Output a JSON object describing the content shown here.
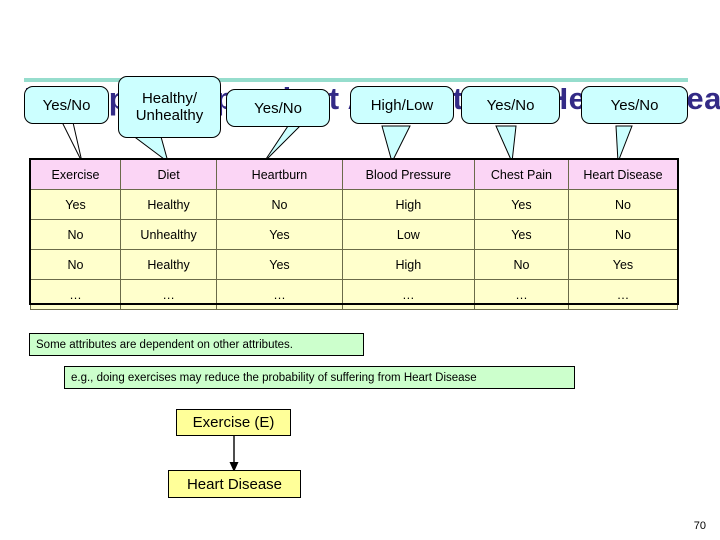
{
  "slide": {
    "title": "Example: Dependent Attributes in Heart Disease Data",
    "page_number": "70",
    "colors": {
      "callout_fill": "#CCFFFF",
      "table_header_fill": "#FBD5F5",
      "table_row_fill": "#FFFFCC",
      "note_fill": "#CCFFCC",
      "node_fill": "#FFFF99",
      "title_color": "#332A86",
      "title_rule": "#96DDCD"
    }
  },
  "callouts": [
    {
      "id": "callout-exercise",
      "label": "Yes/No"
    },
    {
      "id": "callout-diet",
      "label": "Healthy/\nUnhealthy"
    },
    {
      "id": "callout-heartburn",
      "label": "Yes/No"
    },
    {
      "id": "callout-blood-pressure",
      "label": "High/Low"
    },
    {
      "id": "callout-chest-pain",
      "label": "Yes/No"
    },
    {
      "id": "callout-heart-disease",
      "label": "Yes/No"
    }
  ],
  "table": {
    "headers": [
      "Exercise",
      "Diet",
      "Heartburn",
      "Blood Pressure",
      "Chest Pain",
      "Heart Disease"
    ],
    "rows": [
      [
        "Yes",
        "Healthy",
        "No",
        "High",
        "Yes",
        "No"
      ],
      [
        "No",
        "Unhealthy",
        "Yes",
        "Low",
        "Yes",
        "No"
      ],
      [
        "No",
        "Healthy",
        "Yes",
        "High",
        "No",
        "Yes"
      ],
      [
        "…",
        "…",
        "…",
        "…",
        "…",
        "…"
      ]
    ]
  },
  "notes": [
    {
      "id": "note-1",
      "text": "Some attributes are dependent on other attributes."
    },
    {
      "id": "note-2",
      "text": "e.g., doing exercises may reduce the probability of suffering from Heart Disease"
    }
  ],
  "diagram": {
    "nodes": [
      {
        "id": "node-exercise",
        "label": "Exercise (E)"
      },
      {
        "id": "node-heart",
        "label": "Heart Disease"
      }
    ],
    "edges": [
      {
        "from": "node-exercise",
        "to": "node-heart",
        "kind": "directed-arrow"
      }
    ]
  }
}
